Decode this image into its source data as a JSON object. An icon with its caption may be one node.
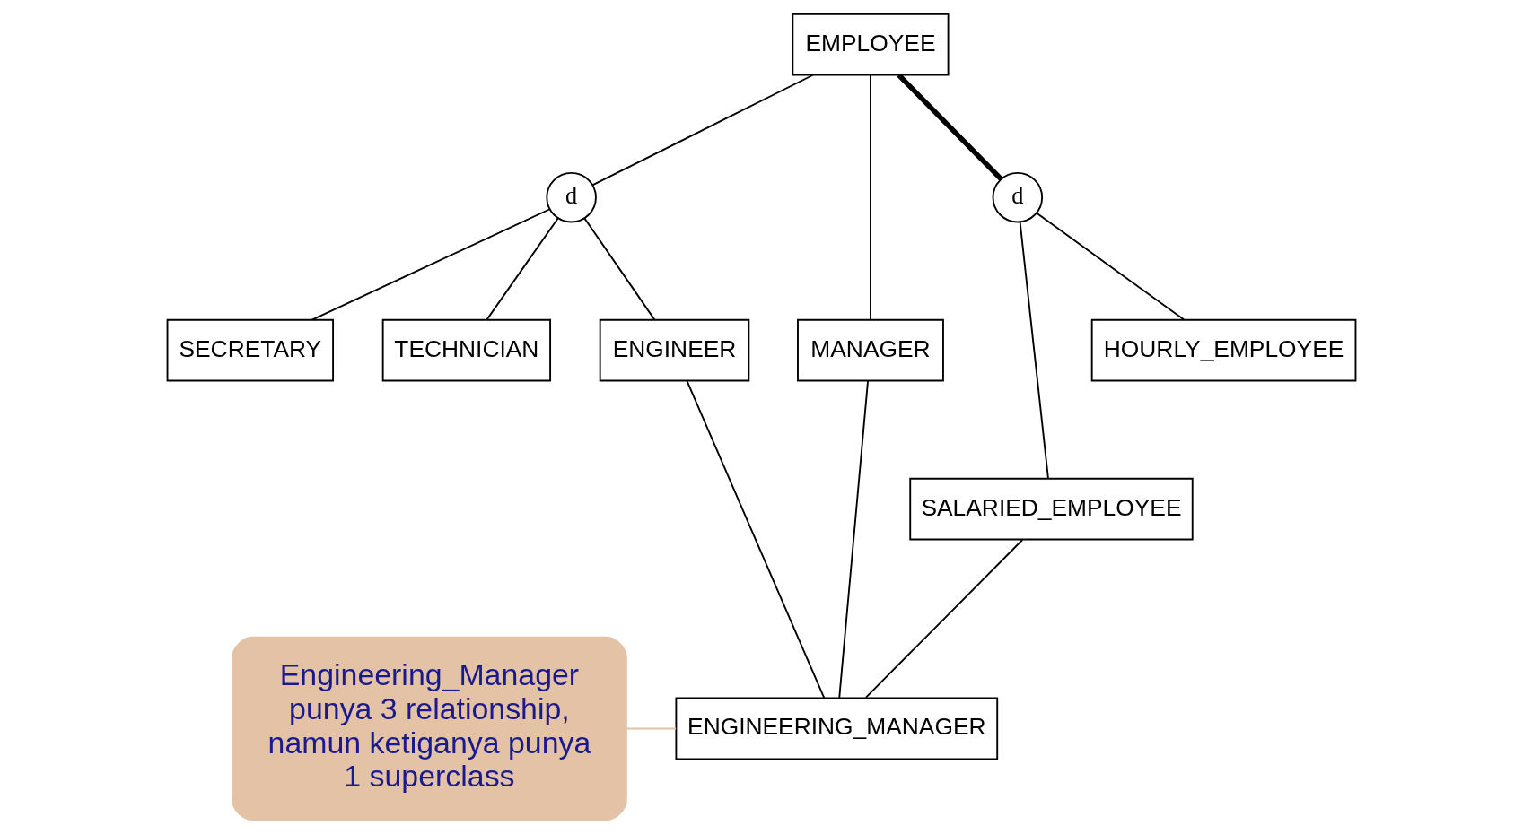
{
  "diagram": {
    "nodes": [
      {
        "text": [
          "EMPLOYEE"
        ]
      },
      {
        "text": [
          "d"
        ]
      },
      {
        "text": [
          "d"
        ]
      },
      {
        "text": [
          "SECRETARY"
        ]
      },
      {
        "text": [
          "TECHNICIAN"
        ]
      },
      {
        "text": [
          "ENGINEER"
        ]
      },
      {
        "text": [
          "MANAGER"
        ]
      },
      {
        "text": [
          "HOURLY_EMPLOYEE"
        ]
      },
      {
        "text": [
          "SALARIED_EMPLOYEE"
        ]
      },
      {
        "text": [
          "ENGINEERING_MANAGER"
        ]
      },
      {
        "text": [
          "Engineering_Manager punya 3 relationship, namun ketiganya punya 1 superclass"
        ]
      }
    ],
    "edges": [
      {
        "from": 0,
        "to": 1,
        "arrow": "none"
      },
      {
        "from": 0,
        "to": 6,
        "arrow": "none"
      },
      {
        "from": 0,
        "to": 2,
        "arrow": "none",
        "style": "thick"
      },
      {
        "from": 1,
        "to": 3,
        "arrow": "none"
      },
      {
        "from": 1,
        "to": 4,
        "arrow": "none"
      },
      {
        "from": 1,
        "to": 5,
        "arrow": "none"
      },
      {
        "from": 2,
        "to": 8,
        "arrow": "none"
      },
      {
        "from": 2,
        "to": 7,
        "arrow": "none"
      },
      {
        "from": 5,
        "to": 9,
        "arrow": "none"
      },
      {
        "from": 6,
        "to": 9,
        "arrow": "none"
      },
      {
        "from": 8,
        "to": 9,
        "arrow": "none"
      },
      {
        "from": 10,
        "to": 9,
        "arrow": "none",
        "color": "#e3c2a6"
      }
    ]
  }
}
